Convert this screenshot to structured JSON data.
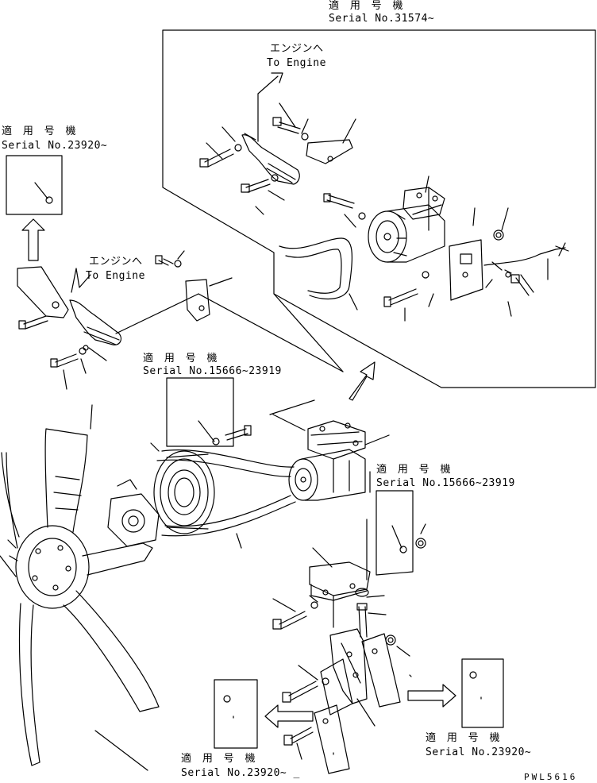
{
  "labels": {
    "applicable_jp": "適 用 号 機",
    "engine_jp": "エンジンへ",
    "to_engine": "To Engine",
    "serial_31574": "Serial No.31574~",
    "serial_23920_top": "Serial No.23920~",
    "serial_15666_23919_mid": "Serial No.15666~23919",
    "serial_15666_23919_right": "Serial No.15666~23919",
    "serial_23920_bottom_left": "Serial No.23920~ _",
    "serial_23920_bottom_right": "Serial No.23920~",
    "drawing_code": "PWL5616"
  }
}
